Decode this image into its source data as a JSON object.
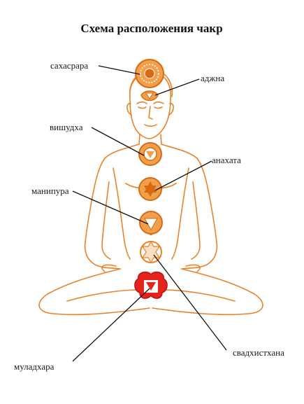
{
  "title": "Схема расположения чакр",
  "colors": {
    "outline": "#e8822a",
    "chakra_fill": "#f0a04b",
    "chakra_dark": "#d96a12",
    "root_fill": "#e8231e",
    "leader": "#111111",
    "background": "#ffffff"
  },
  "labels": {
    "sahasrara": "сахасрара",
    "ajna": "аджна",
    "vishuddha": "вишудха",
    "anahata": "анахата",
    "manipura": "манипура",
    "svadhisthana": "свадхистхана",
    "muladhara": "муладхара"
  }
}
